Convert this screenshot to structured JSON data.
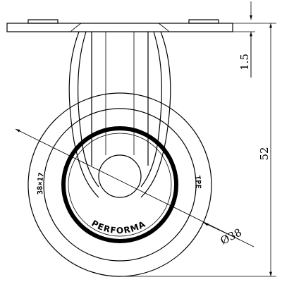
{
  "dimensions": {
    "gap": "1.5",
    "height": "52",
    "wheel_diameter": "Ø38"
  },
  "tread_markings": {
    "size": "38×17",
    "material": "TPE",
    "brand": "PERFORMA"
  }
}
